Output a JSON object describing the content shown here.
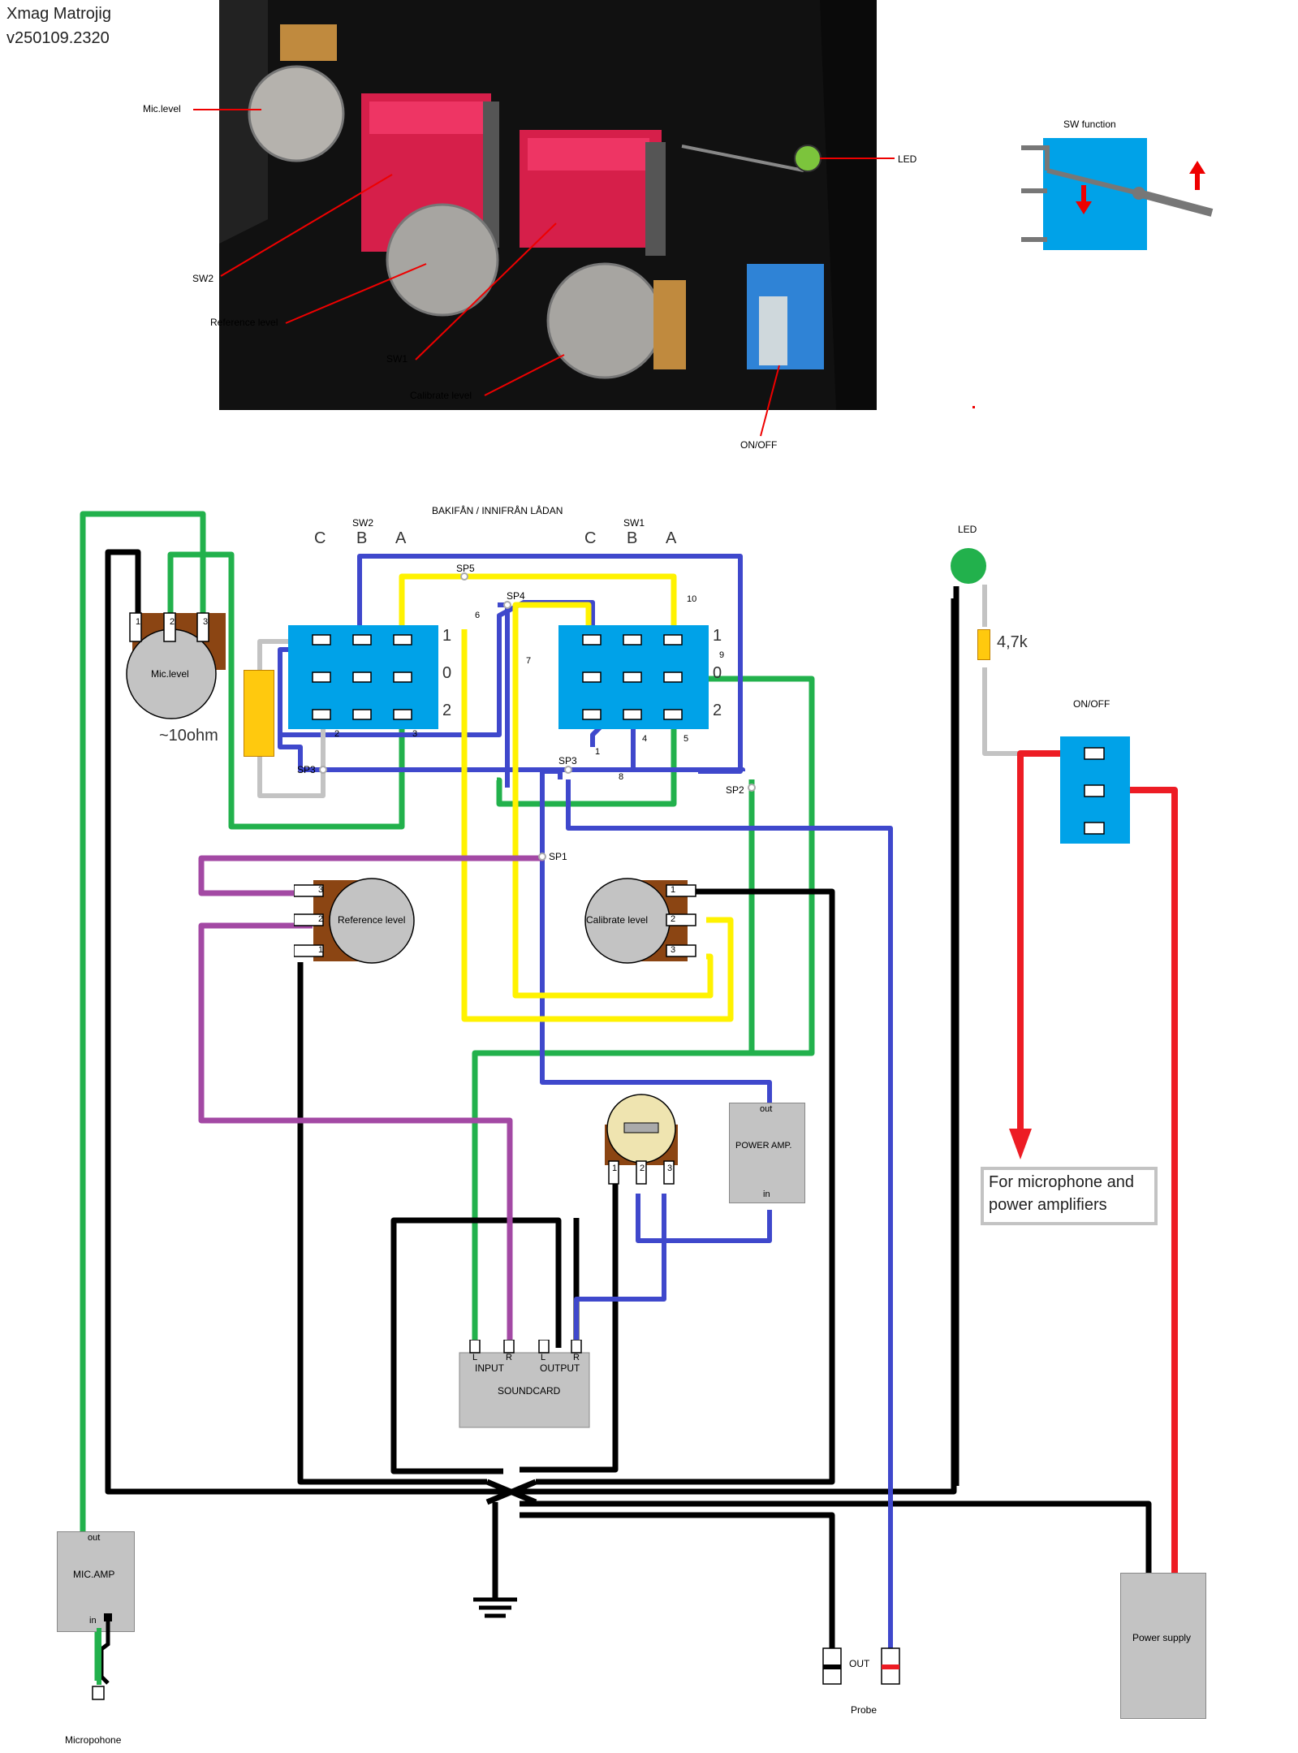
{
  "header": {
    "title": "Xmag Matrojig",
    "version": "v250109.2320"
  },
  "photo": {
    "labels": {
      "mic_level": "Mic.level",
      "sw2": "SW2",
      "reference_level": "Reference level",
      "sw1": "SW1",
      "calibrate_level": "Calibrate level",
      "led": "LED",
      "on_off": "ON/OFF"
    }
  },
  "sw_function": {
    "title": "SW function"
  },
  "schematic": {
    "header": "BAKIFÅN / INNIFRÅN LÅDAN",
    "sw2": {
      "name": "SW2",
      "col_c": "C",
      "col_b": "B",
      "col_a": "A"
    },
    "sw1": {
      "name": "SW1",
      "col_c": "C",
      "col_b": "B",
      "col_a": "A"
    },
    "row_labels": {
      "r1": "1",
      "r0": "0",
      "r2": "2"
    },
    "points": {
      "sp1": "SP1",
      "sp2": "SP2",
      "sp3a": "SP3",
      "sp3b": "SP3",
      "sp4": "SP4",
      "sp5": "SP5"
    },
    "wire_numbers": {
      "n1": "1",
      "n2": "2",
      "n3": "3",
      "n4": "4",
      "n5": "5",
      "n6": "6",
      "n7": "7",
      "n8": "8",
      "n9": "9",
      "n10": "10"
    },
    "resistor_10ohm": "~10ohm",
    "mic_level": {
      "label": "Mic.level",
      "p1": "1",
      "p2": "2",
      "p3": "3"
    },
    "reference_level": {
      "label": "Reference level",
      "p1": "1",
      "p2": "2",
      "p3": "3"
    },
    "calibrate_level": {
      "label": "Calibrate level",
      "p1": "1",
      "p2": "2",
      "p3": "3"
    },
    "trimmer": {
      "p1": "1",
      "p2": "2",
      "p3": "3"
    },
    "led": {
      "label": "LED",
      "resistor": "4,7k",
      "color": "#22b14c"
    },
    "on_off": {
      "label": "ON/OFF"
    },
    "supply_note": {
      "line1": "For microphone and",
      "line2": "power amplifiers"
    },
    "power_amp": {
      "label": "POWER AMP.",
      "out": "out",
      "in": "in"
    },
    "soundcard": {
      "label": "SOUNDCARD",
      "input": "INPUT",
      "output": "OUTPUT",
      "l": "L",
      "r": "R",
      "l2": "L",
      "r2": "R"
    },
    "mic_amp": {
      "label": "MIC.AMP",
      "out": "out",
      "in": "in"
    },
    "probe": {
      "label": "Probe",
      "out": "OUT"
    },
    "power_supply": {
      "label": "Power supply"
    },
    "microphone": {
      "label": "Micropohone"
    }
  },
  "colors": {
    "green": "#22b14c",
    "black": "#000000",
    "blue": "#3f48cc",
    "yellow": "#fff200",
    "purple": "#a349a4",
    "grey": "#c3c3c3",
    "red": "#ed1c24",
    "switch_body": "#00a2e8",
    "pot_body": "#c3c3c3",
    "pot_brown": "#8b4513",
    "box": "#c3c3c3"
  }
}
